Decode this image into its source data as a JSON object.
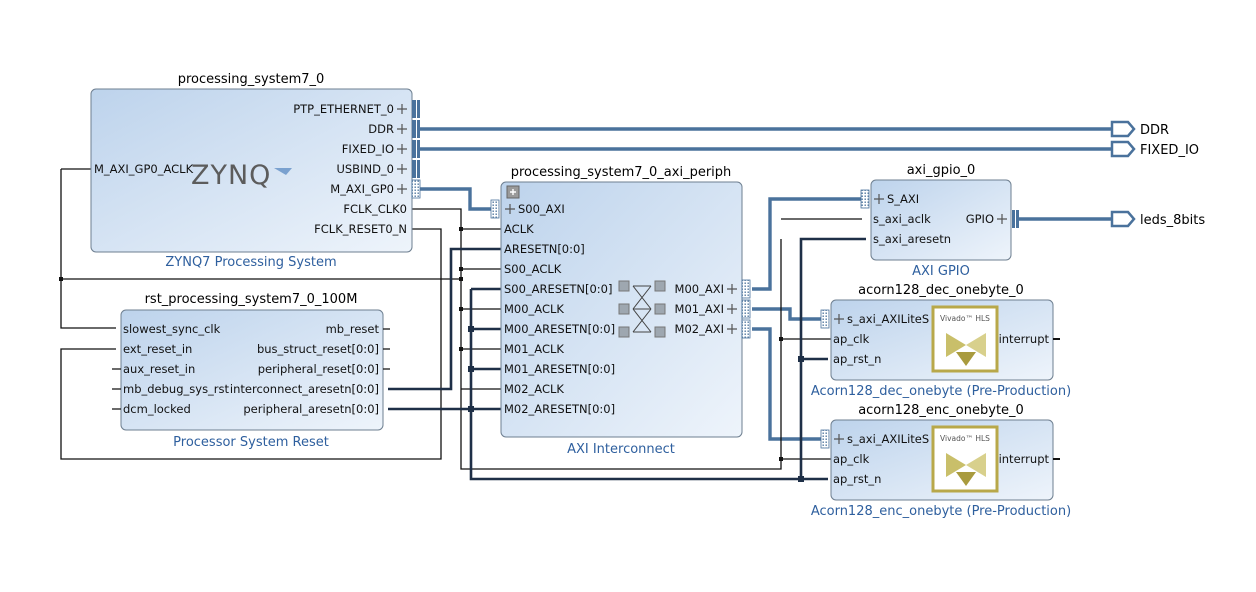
{
  "colors": {
    "block_fill_top": "#bdd3ec",
    "block_fill_bottom": "#eef4fb",
    "block_border": "#6e7f90",
    "bus_wire": "#4a729c",
    "subtitle_text": "#2e5f9e",
    "signal_wire": "#111111",
    "reset_wire": "#1e2f47",
    "hls_logo_gold": "#b8a84a"
  },
  "blocks": {
    "ps7": {
      "title": "processing_system7_0",
      "subtitle": "ZYNQ7 Processing System",
      "logo": "ZYNQ",
      "ports_in": [
        "M_AXI_GP0_ACLK"
      ],
      "ports_out": [
        "PTP_ETHERNET_0",
        "DDR",
        "FIXED_IO",
        "USBIND_0",
        "M_AXI_GP0",
        "FCLK_CLK0",
        "FCLK_RESET0_N"
      ]
    },
    "rst": {
      "title": "rst_processing_system7_0_100M",
      "subtitle": "Processor System Reset",
      "ports_in": [
        "slowest_sync_clk",
        "ext_reset_in",
        "aux_reset_in",
        "mb_debug_sys_rst",
        "dcm_locked"
      ],
      "ports_out": [
        "mb_reset",
        "bus_struct_reset[0:0]",
        "peripheral_reset[0:0]",
        "interconnect_aresetn[0:0]",
        "peripheral_aresetn[0:0]"
      ]
    },
    "periph": {
      "title": "processing_system7_0_axi_periph",
      "subtitle": "AXI Interconnect",
      "ports_in": [
        "S00_AXI",
        "ACLK",
        "ARESETN[0:0]",
        "S00_ACLK",
        "S00_ARESETN[0:0]",
        "M00_ACLK",
        "M00_ARESETN[0:0]",
        "M01_ACLK",
        "M01_ARESETN[0:0]",
        "M02_ACLK",
        "M02_ARESETN[0:0]"
      ],
      "ports_out": [
        "M00_AXI",
        "M01_AXI",
        "M02_AXI"
      ]
    },
    "gpio": {
      "title": "axi_gpio_0",
      "subtitle": "AXI GPIO",
      "ports_in": [
        "S_AXI",
        "s_axi_aclk",
        "s_axi_aresetn"
      ],
      "ports_out": [
        "GPIO"
      ]
    },
    "dec": {
      "title": "acorn128_dec_onebyte_0",
      "subtitle": "Acorn128_dec_onebyte (Pre-Production)",
      "logo": "Vivado™ HLS",
      "ports_in": [
        "s_axi_AXILiteS",
        "ap_clk",
        "ap_rst_n"
      ],
      "ports_out": [
        "interrupt"
      ]
    },
    "enc": {
      "title": "acorn128_enc_onebyte_0",
      "subtitle": "Acorn128_enc_onebyte (Pre-Production)",
      "logo": "Vivado™ HLS",
      "ports_in": [
        "s_axi_AXILiteS",
        "ap_clk",
        "ap_rst_n"
      ],
      "ports_out": [
        "interrupt"
      ]
    }
  },
  "external_ports": [
    "DDR",
    "FIXED_IO",
    "leds_8bits"
  ]
}
